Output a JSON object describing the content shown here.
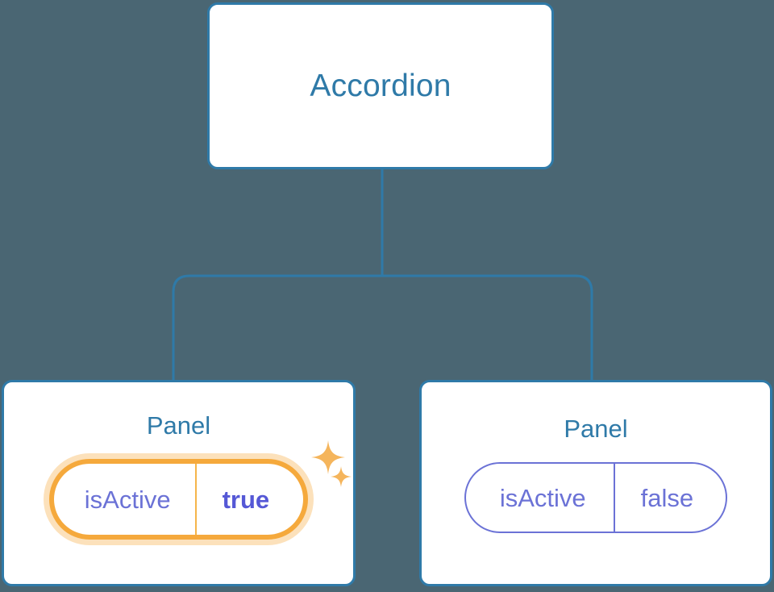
{
  "diagram": {
    "type": "component-tree",
    "background_color": "#4a6673",
    "node_border_color": "#2f7aa8",
    "node_text_color": "#2f7aa8",
    "connector_color": "#2f7aa8",
    "highlight_color": "#f5a93c",
    "highlight_glow_color": "#fbdcaa",
    "prop_color": "#6b72d6",
    "prop_value_active_color": "#5558d6"
  },
  "root": {
    "title": "Accordion"
  },
  "panels": [
    {
      "title": "Panel",
      "highlighted": true,
      "prop": {
        "key": "isActive",
        "value": "true"
      },
      "sparkles": [
        "sparkle-icon-large",
        "sparkle-icon-small"
      ]
    },
    {
      "title": "Panel",
      "highlighted": false,
      "prop": {
        "key": "isActive",
        "value": "false"
      }
    }
  ]
}
